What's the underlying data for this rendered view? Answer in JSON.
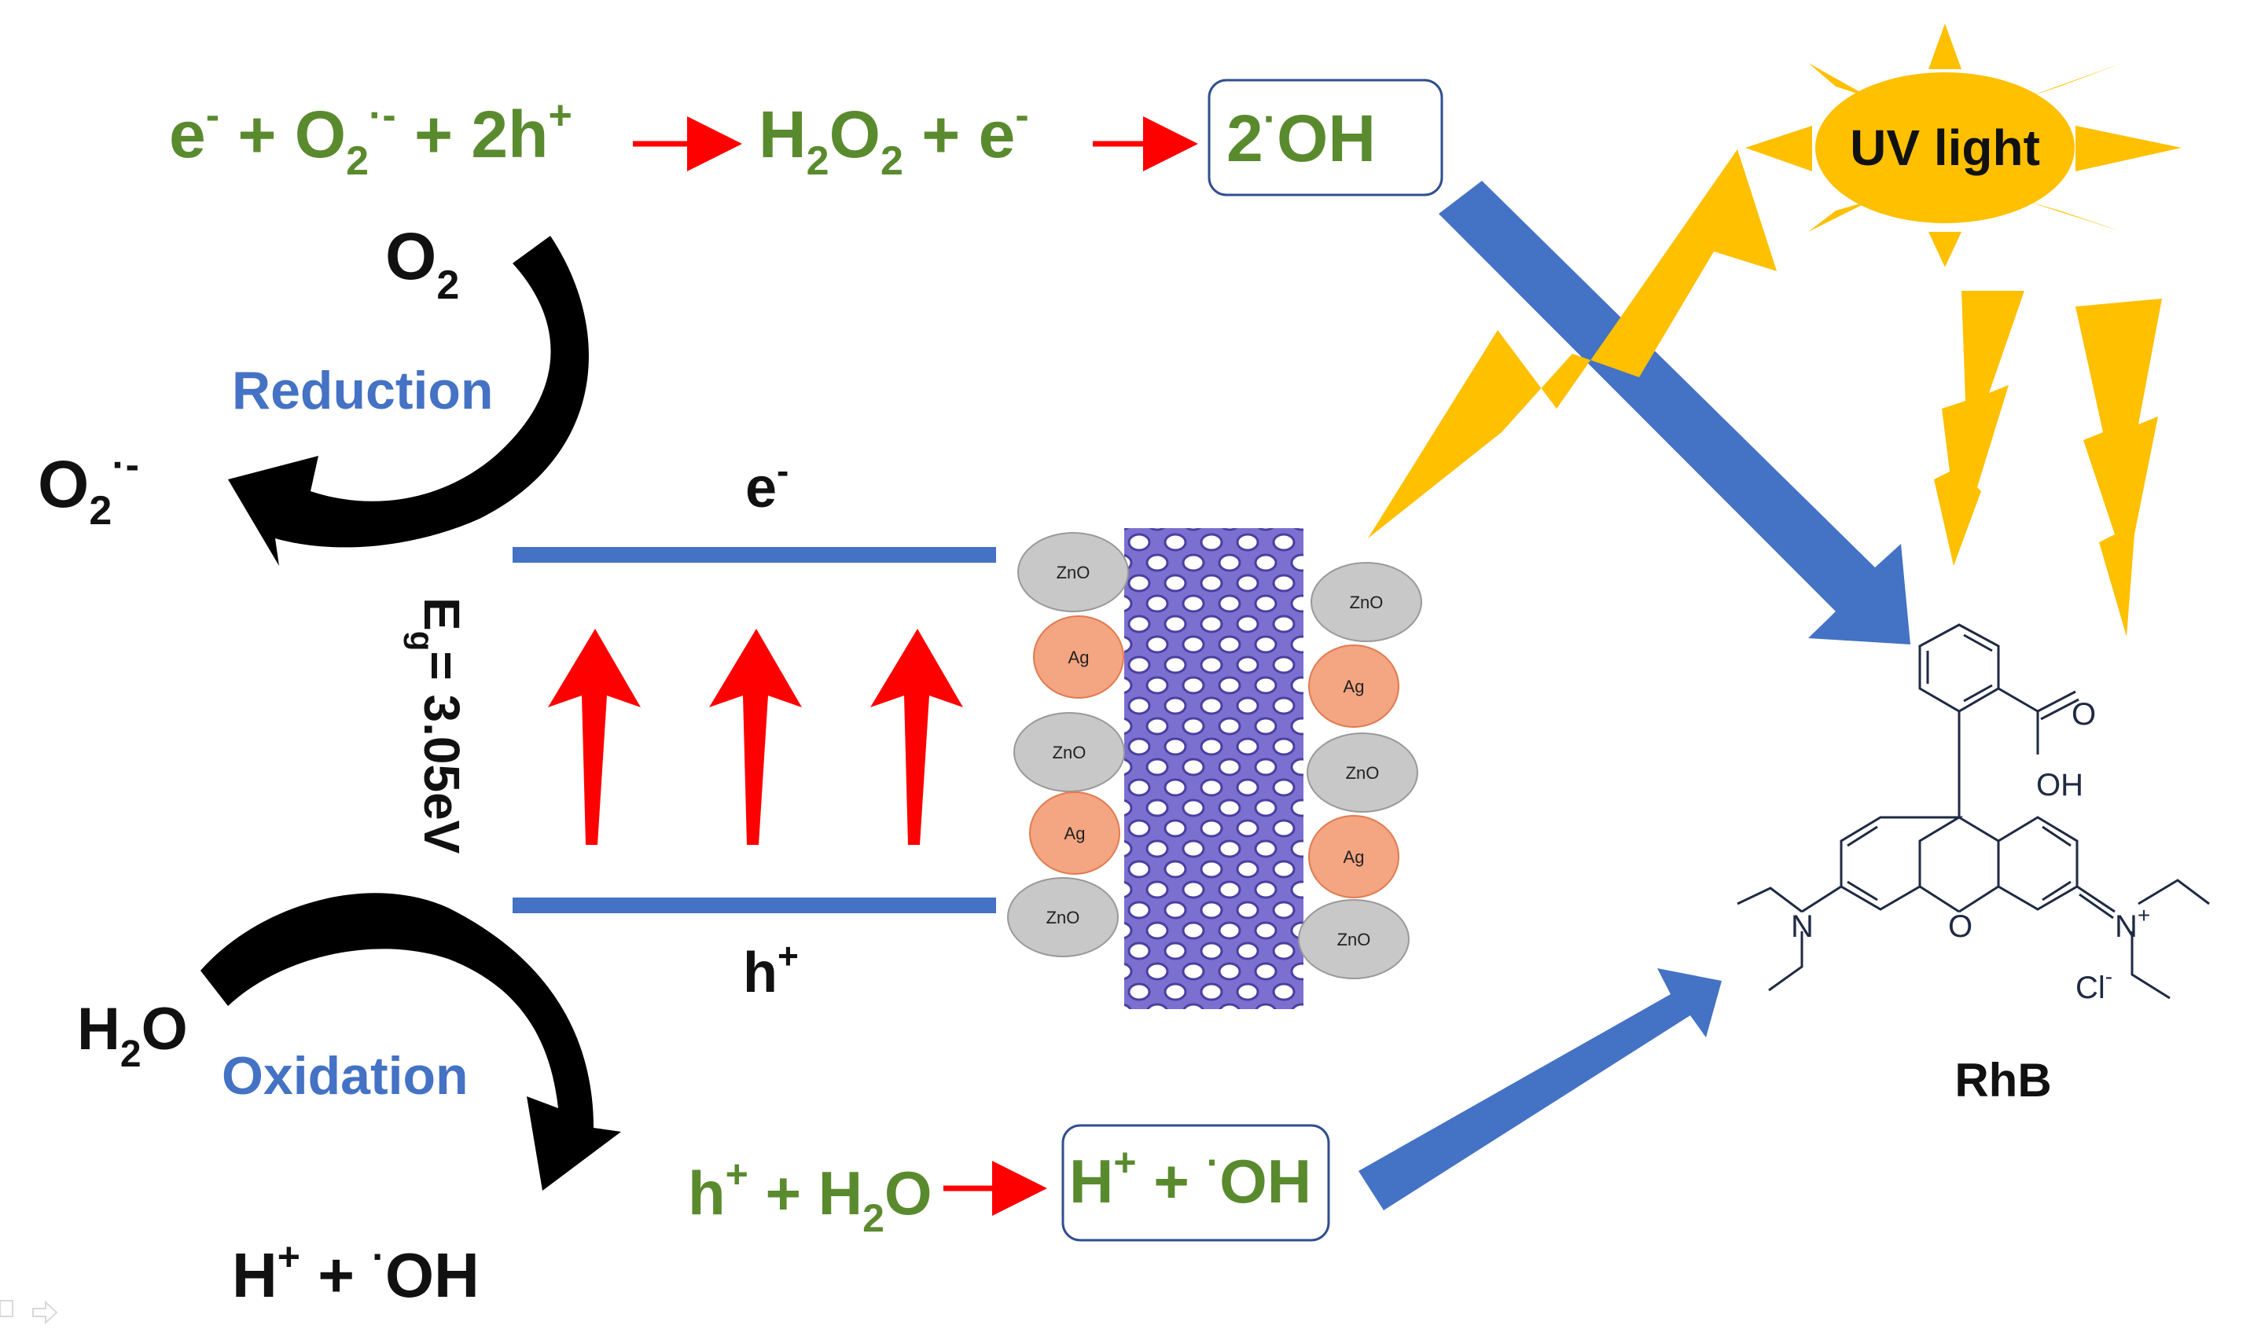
{
  "reactions": {
    "top": {
      "left": {
        "base": "e",
        "sup_minus": "-",
        "plus1": " + O",
        "sub2": "2",
        "sup_rad": "·-",
        "plus2": " + 2h",
        "sup_plus": "+"
      },
      "middle": {
        "base": "H",
        "sub2a": "2",
        "o": "O",
        "sub2b": "2",
        "tail": " + e",
        "sup_minus": "-"
      },
      "product": {
        "pre": "2",
        "dot": "·",
        "post": "OH"
      }
    },
    "bottom": {
      "left": {
        "base": "h",
        "sup_plus": "+",
        "mid": " + H",
        "sub2": "2",
        "tail": "O"
      },
      "product": {
        "h": "H",
        "sup_plus": "+",
        "mid": " + ",
        "dot": "·",
        "oh": "OH"
      }
    }
  },
  "reduction": {
    "label": "Reduction",
    "o2": {
      "base": "O",
      "sub": "2"
    },
    "o2rad": {
      "base": "O",
      "sub": "2",
      "sup": "·-"
    }
  },
  "oxidation": {
    "label": "Oxidation",
    "h2o": {
      "h": "H",
      "sub": "2",
      "o": "O"
    },
    "product": {
      "h": "H",
      "sup": "+",
      "mid": " + ",
      "dot": "·",
      "oh": "OH"
    }
  },
  "band": {
    "electron": {
      "base": "e",
      "sup": "-"
    },
    "hole": {
      "base": "h",
      "sup": "+"
    },
    "gap": {
      "e": "E",
      "sub": "g",
      "value": "= 3.05eV"
    }
  },
  "particles": {
    "left": [
      "ZnO",
      "Ag",
      "ZnO",
      "Ag",
      "ZnO"
    ],
    "right": [
      "ZnO",
      "Ag",
      "ZnO",
      "Ag",
      "ZnO"
    ]
  },
  "uv_label": "UV light",
  "molecule": {
    "name": "RhB",
    "atoms": {
      "o_carbonyl": "O",
      "oh": "OH",
      "o_ring": "O",
      "n_left": "N",
      "n_right": "N",
      "n_plus": "+",
      "cl": "Cl",
      "cl_minus": "-"
    }
  },
  "colors": {
    "green": "#5a8a2e",
    "blue": "#4472c4",
    "red": "#ff0000",
    "sun": "#ffc000",
    "tube": "#7b6fd0",
    "zno": "#c8c8c8",
    "ag": "#f4a582"
  }
}
